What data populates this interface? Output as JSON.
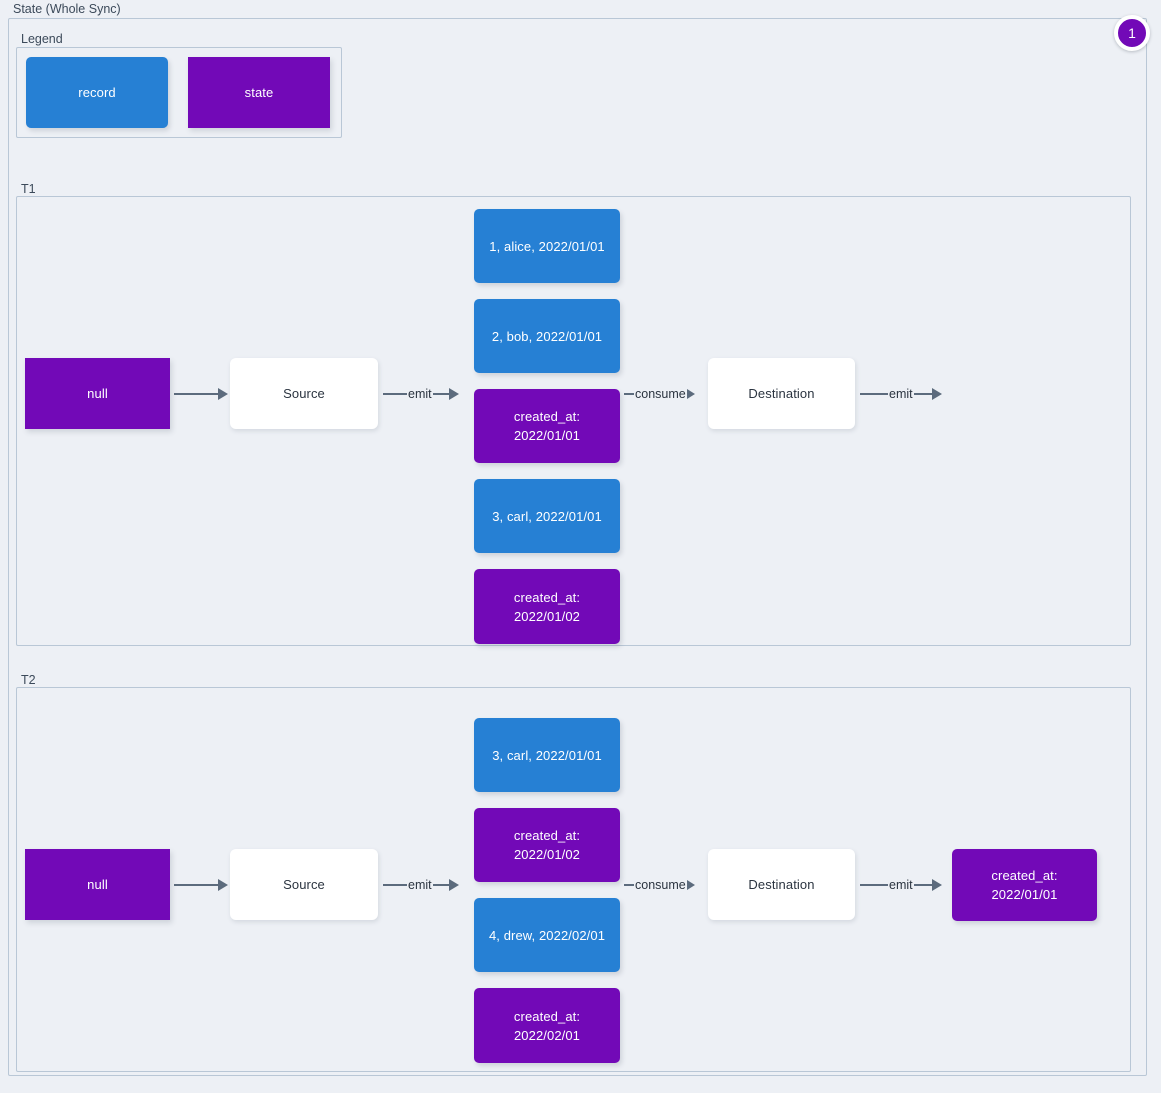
{
  "page": {
    "title": "State (Whole Sync)",
    "badge": "1",
    "colors": {
      "record": "#2680d4",
      "state": "#7209b7",
      "process": "#ffffff",
      "edge": "#5c6b7d",
      "background": "#edf0f5",
      "panel_border": "#b9c7d6"
    }
  },
  "legend": {
    "title": "Legend",
    "items": [
      {
        "label": "record",
        "kind": "record"
      },
      {
        "label": "state",
        "kind": "state"
      }
    ]
  },
  "timelines": [
    {
      "title": "T1",
      "nodes": {
        "initial_state": "null",
        "source": "Source",
        "destination": "Destination",
        "output": ""
      },
      "stream": [
        {
          "label": "1, alice, 2022/01/01",
          "kind": "record"
        },
        {
          "label": "2, bob, 2022/01/01",
          "kind": "record"
        },
        {
          "label": "created_at:\n2022/01/01",
          "kind": "state"
        },
        {
          "label": "3, carl, 2022/01/01",
          "kind": "record"
        },
        {
          "label": "created_at:\n2022/01/02",
          "kind": "state"
        }
      ],
      "edges": {
        "state_to_source": "",
        "source_emit": "emit",
        "dest_consume": "consume",
        "dest_emit": "emit"
      }
    },
    {
      "title": "T2",
      "nodes": {
        "initial_state": "null",
        "source": "Source",
        "destination": "Destination",
        "output": "created_at:\n2022/01/01"
      },
      "stream": [
        {
          "label": "3, carl, 2022/01/01",
          "kind": "record"
        },
        {
          "label": "created_at:\n2022/01/02",
          "kind": "state"
        },
        {
          "label": "4, drew, 2022/02/01",
          "kind": "record"
        },
        {
          "label": "created_at:\n2022/02/01",
          "kind": "state"
        }
      ],
      "edges": {
        "state_to_source": "",
        "source_emit": "emit",
        "dest_consume": "consume",
        "dest_emit": "emit"
      }
    }
  ]
}
